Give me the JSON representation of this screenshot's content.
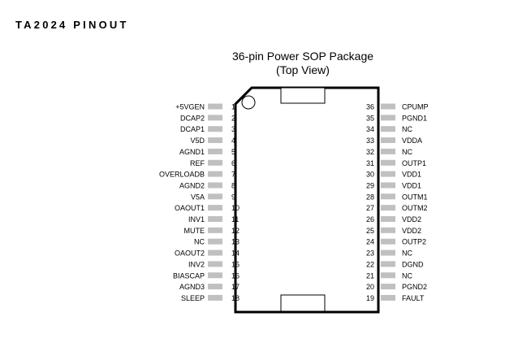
{
  "title": "TA2024 PINOUT",
  "package": {
    "line1": "36-pin Power SOP Package",
    "line2": "(Top View)"
  },
  "colors": {
    "pin": "#c0c0c0",
    "body": "#000000"
  },
  "left_pins": [
    {
      "num": "1",
      "name": "+5VGEN"
    },
    {
      "num": "2",
      "name": "DCAP2"
    },
    {
      "num": "3",
      "name": "DCAP1"
    },
    {
      "num": "4",
      "name": "V5D"
    },
    {
      "num": "5",
      "name": "AGND1"
    },
    {
      "num": "6",
      "name": "REF"
    },
    {
      "num": "7",
      "name": "OVERLOADB"
    },
    {
      "num": "8",
      "name": "AGND2"
    },
    {
      "num": "9",
      "name": "V5A"
    },
    {
      "num": "10",
      "name": "OAOUT1"
    },
    {
      "num": "11",
      "name": "INV1"
    },
    {
      "num": "12",
      "name": "MUTE"
    },
    {
      "num": "13",
      "name": "NC"
    },
    {
      "num": "14",
      "name": "OAOUT2"
    },
    {
      "num": "15",
      "name": "INV2"
    },
    {
      "num": "16",
      "name": "BIASCAP"
    },
    {
      "num": "17",
      "name": "AGND3"
    },
    {
      "num": "18",
      "name": "SLEEP"
    }
  ],
  "right_pins": [
    {
      "num": "36",
      "name": "CPUMP"
    },
    {
      "num": "35",
      "name": "PGND1"
    },
    {
      "num": "34",
      "name": "NC"
    },
    {
      "num": "33",
      "name": "VDDA"
    },
    {
      "num": "32",
      "name": "NC"
    },
    {
      "num": "31",
      "name": "OUTP1"
    },
    {
      "num": "30",
      "name": "VDD1"
    },
    {
      "num": "29",
      "name": "VDD1"
    },
    {
      "num": "28",
      "name": "OUTM1"
    },
    {
      "num": "27",
      "name": "OUTM2"
    },
    {
      "num": "26",
      "name": "VDD2"
    },
    {
      "num": "25",
      "name": "VDD2"
    },
    {
      "num": "24",
      "name": "OUTP2"
    },
    {
      "num": "23",
      "name": "NC"
    },
    {
      "num": "22",
      "name": "DGND"
    },
    {
      "num": "21",
      "name": "NC"
    },
    {
      "num": "20",
      "name": "PGND2"
    },
    {
      "num": "19",
      "name": "FAULT"
    }
  ]
}
